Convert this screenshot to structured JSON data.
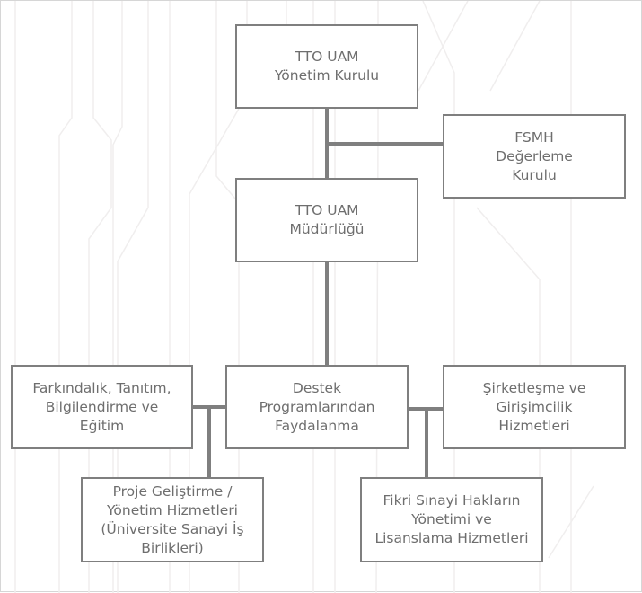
{
  "diagram": {
    "type": "org-chart",
    "colors": {
      "line": "#7f7f7f",
      "text": "#6e6e6e",
      "box_border": "#7f7f7f",
      "background": "#ffffff"
    },
    "nodes": {
      "board": {
        "label": "TTO UAM\nYönetim Kurulu"
      },
      "fsmh": {
        "label": "FSMH\nDeğerleme\nKurulu"
      },
      "directorate": {
        "label": "TTO UAM\nMüdürlüğü"
      },
      "awareness": {
        "label": "Farkındalık, Tanıtım,\nBilgilendirme ve\nEğitim"
      },
      "support": {
        "label": "Destek\nProgramlarından\nFaydalanma"
      },
      "company": {
        "label": "Şirketleşme ve\nGirişimcilik\nHizmetleri"
      },
      "project": {
        "label": "Proje Geliştirme /\nYönetim Hizmetleri\n(Üniversite Sanayi İş\nBirlikleri)"
      },
      "ip": {
        "label": "Fikri Sınayi Hakların\nYönetimi ve\nLisanslama Hizmetleri"
      }
    },
    "edges": [
      [
        "board",
        "directorate"
      ],
      [
        "board",
        "fsmh"
      ],
      [
        "directorate",
        "support"
      ],
      [
        "support",
        "awareness"
      ],
      [
        "support",
        "company"
      ],
      [
        "awareness",
        "project"
      ],
      [
        "support",
        "ip"
      ]
    ]
  }
}
